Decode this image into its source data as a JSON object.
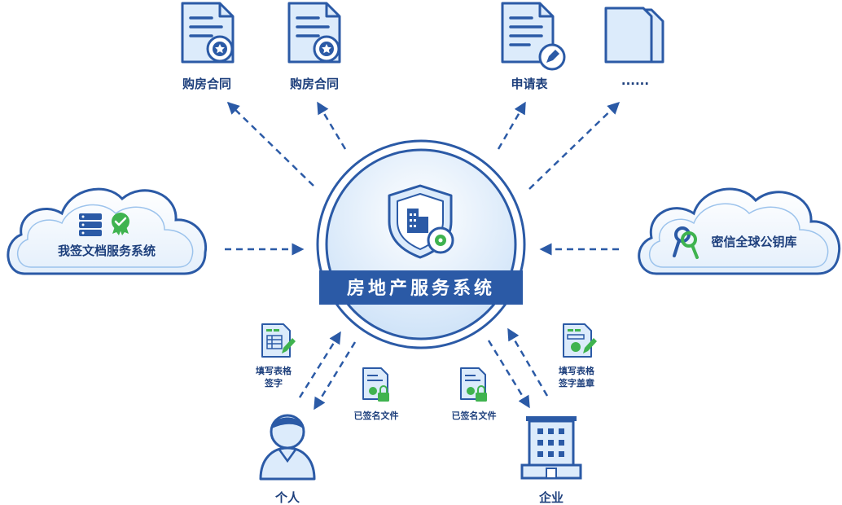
{
  "center": {
    "title": "房地产服务系统"
  },
  "documents": [
    {
      "label": "购房合同"
    },
    {
      "label": "购房合同"
    },
    {
      "label": "申请表"
    },
    {
      "label": "······"
    }
  ],
  "clouds": {
    "left": {
      "label": "我签文档服务系统"
    },
    "right": {
      "label": "密信全球公钥库"
    }
  },
  "individual": {
    "label": "个人",
    "action_line1": "填写表格",
    "action_line2": "签字",
    "signed_file": "已签名文件"
  },
  "enterprise": {
    "label": "企业",
    "action_line1": "填写表格",
    "action_line2": "签字盖章",
    "signed_file": "已签名文件"
  },
  "colors": {
    "primary": "#2b5aa6",
    "dark": "#1d3f7c",
    "light_fill": "#dcebfb",
    "green": "#3fb34f"
  }
}
